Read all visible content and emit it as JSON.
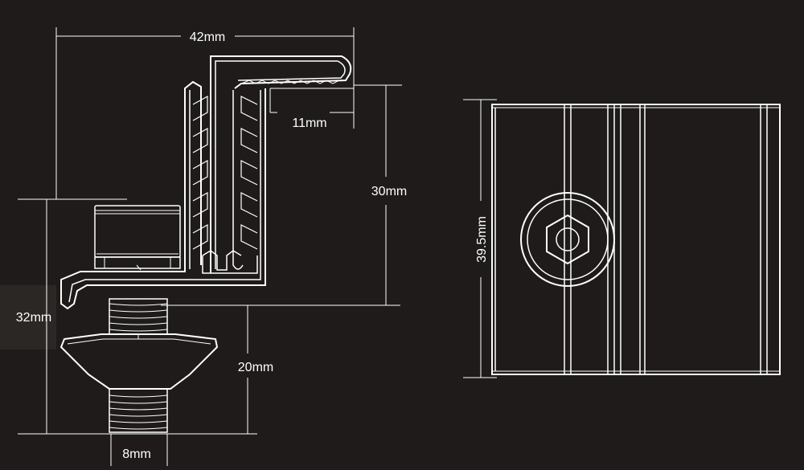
{
  "dimensions": {
    "width_42": "42mm",
    "flange_11": "11mm",
    "height_30": "30mm",
    "height_32": "32mm",
    "bolt_20": "20mm",
    "bolt_dia_8": "8mm",
    "length_39_5": "39.5mm"
  },
  "colors": {
    "background": "#1e1b1a",
    "line": "#ffffff",
    "side_box": "#2a2725"
  }
}
